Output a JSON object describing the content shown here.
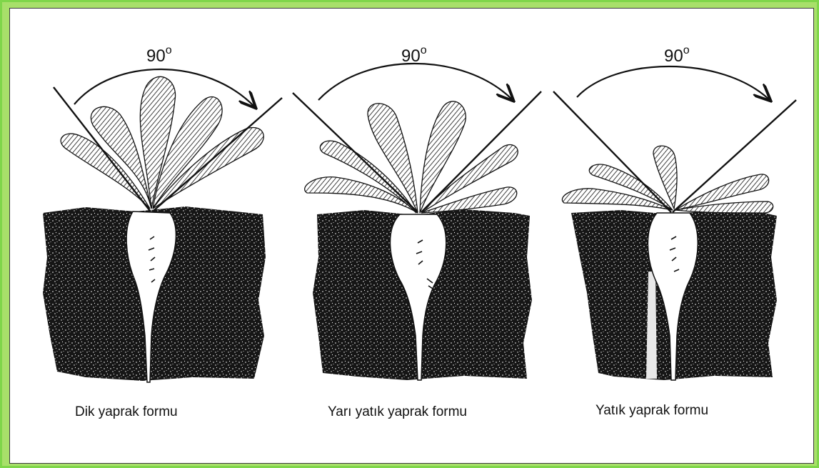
{
  "colors": {
    "frame": "#a8e06a",
    "soil": "#161616",
    "ink": "#111111",
    "root": "#ffffff"
  },
  "panels": [
    {
      "angle_label": "90",
      "degree_symbol": "o",
      "caption": "Dik yaprak formu",
      "leaf_form": "upright"
    },
    {
      "angle_label": "90",
      "degree_symbol": "o",
      "caption": "Yarı yatık yaprak formu",
      "leaf_form": "semi-prostrate"
    },
    {
      "angle_label": "90",
      "degree_symbol": "o",
      "caption": "Yatık yaprak formu",
      "leaf_form": "prostrate"
    }
  ]
}
